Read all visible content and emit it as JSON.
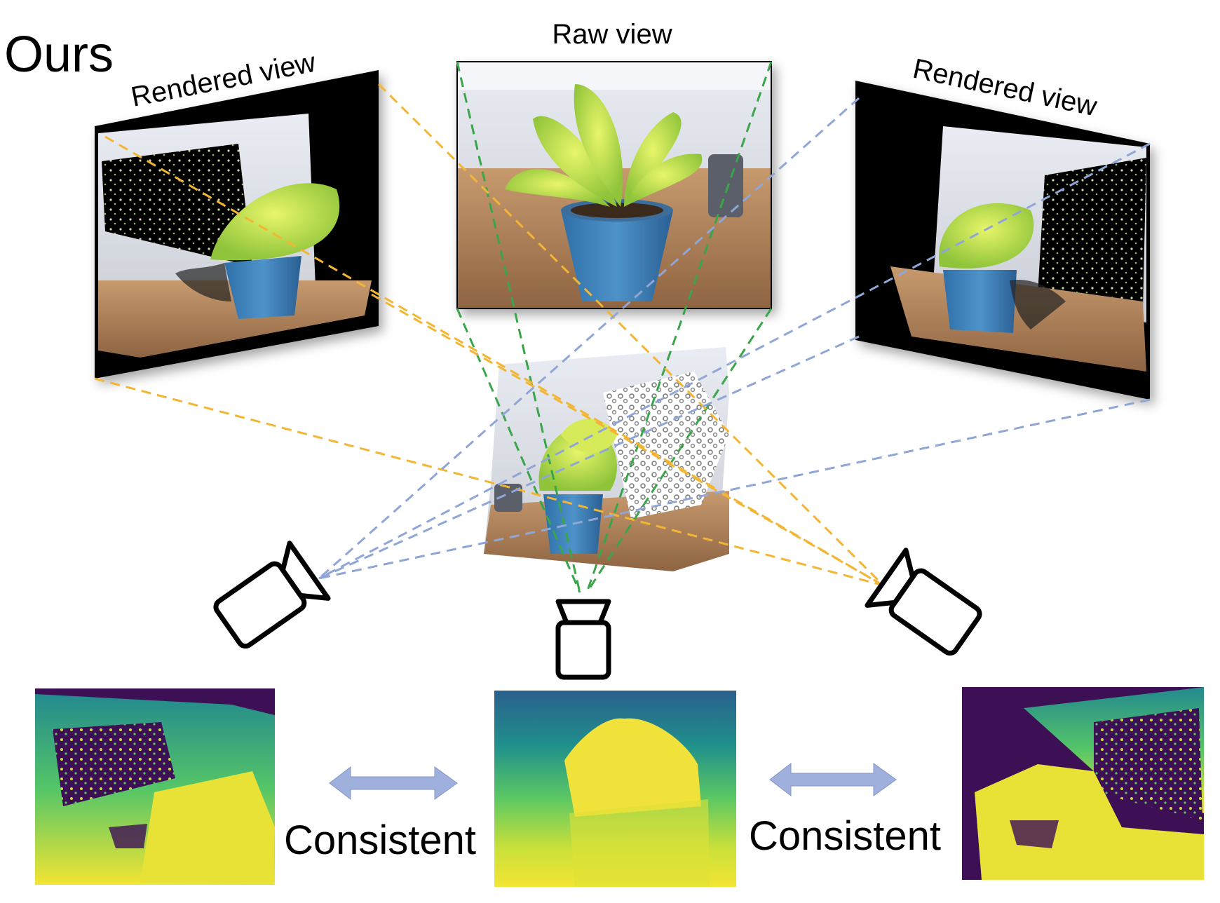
{
  "heading": "Ours",
  "views": {
    "raw_label": "Raw view",
    "rendered_left_label": "Rendered view",
    "rendered_right_label": "Rendered view"
  },
  "depth_row": {
    "left_consistency_label": "Consistent",
    "right_consistency_label": "Consistent"
  },
  "colors": {
    "rays_left": "#f2b634",
    "rays_center": "#3aa54a",
    "rays_right": "#8fa6d6",
    "arrow": "#9fb0dc",
    "depth_dark": "#3d0f55",
    "depth_teal": "#23898e",
    "depth_green": "#3fbc73",
    "depth_yellow": "#f3e533"
  },
  "icons": [
    "camera-left-icon",
    "camera-center-icon",
    "camera-right-icon",
    "double-arrow-left-icon",
    "double-arrow-right-icon"
  ]
}
